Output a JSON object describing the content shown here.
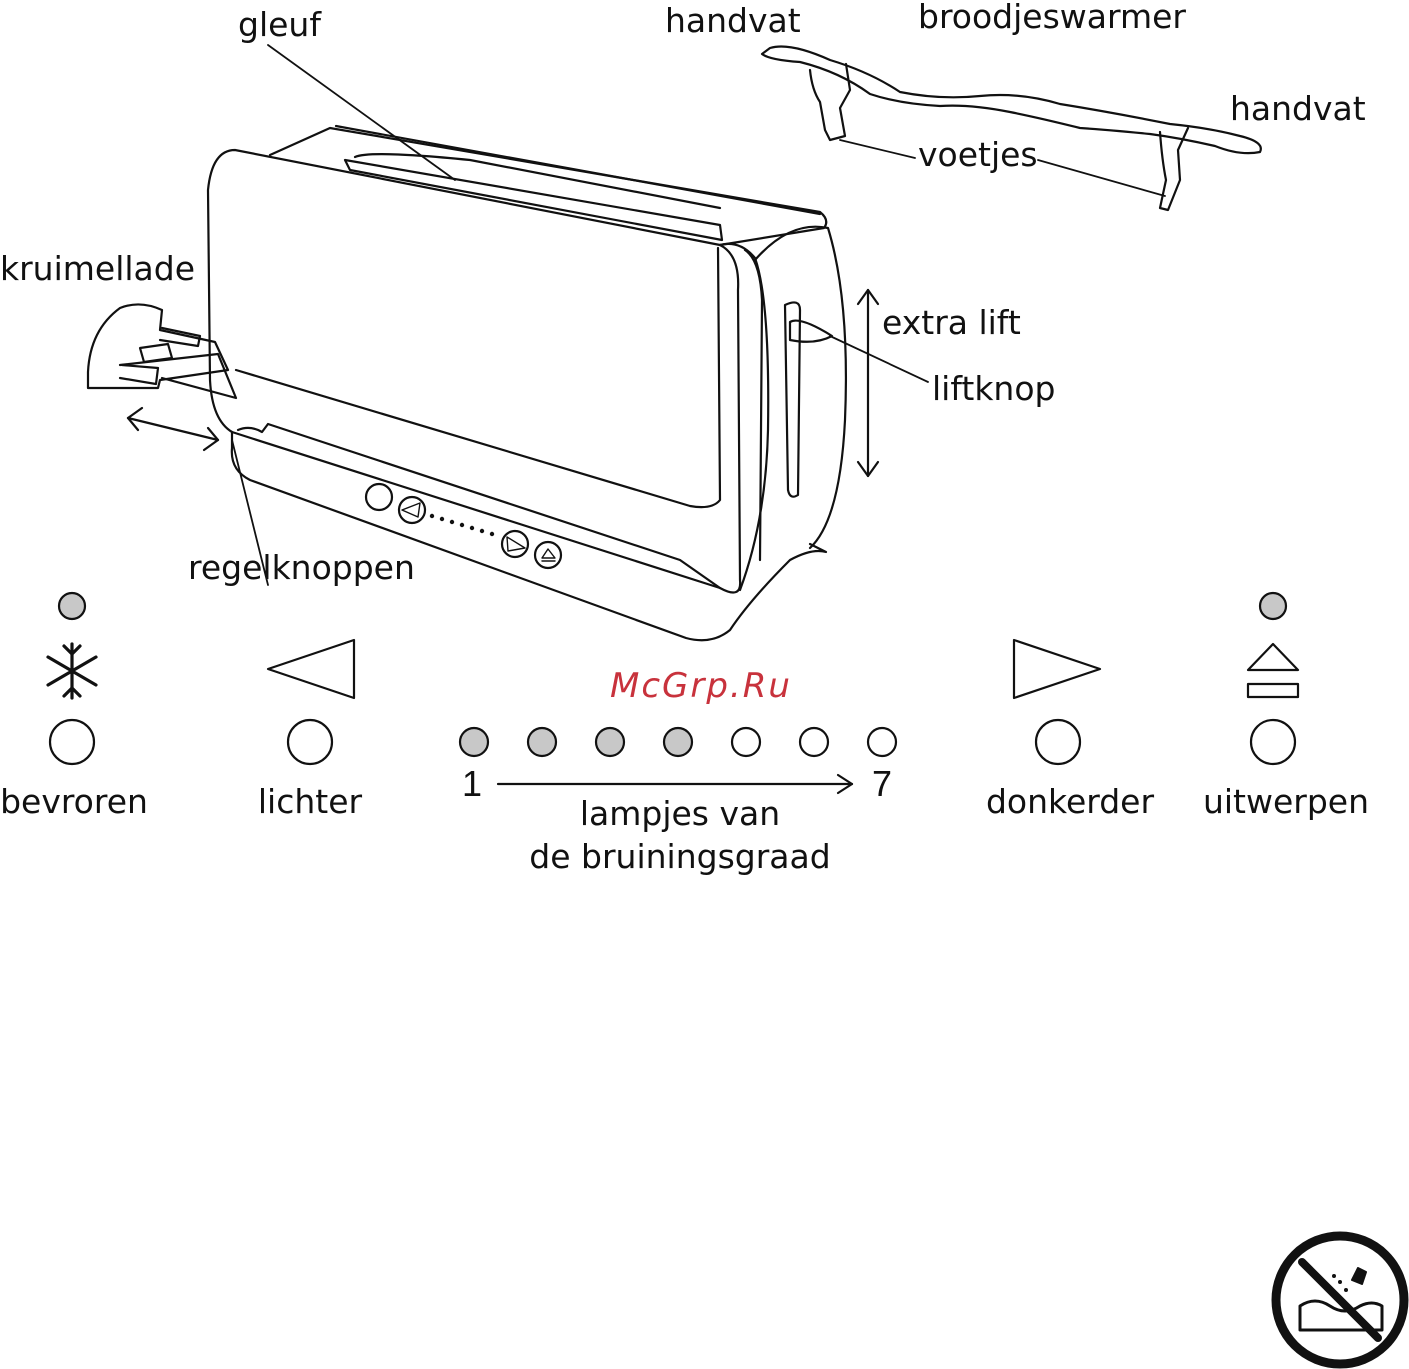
{
  "labels": {
    "slot": "gleuf",
    "handle_left": "handvat",
    "bun_warmer": "broodjeswarmer",
    "handle_right": "handvat",
    "feet": "voetjes",
    "crumb_tray": "kruimellade",
    "extra_lift": "extra lift",
    "lift_knob": "liftknop",
    "controls": "regelknoppen"
  },
  "panel": {
    "frozen": "bevroren",
    "lighter": "lichter",
    "darker": "donkerder",
    "eject": "uitwerpen",
    "scale_min": "1",
    "scale_max": "7",
    "browning_line1": "lampjes van",
    "browning_line2": "de bruiningsgraad",
    "browning_lamps": [
      true,
      true,
      true,
      true,
      false,
      false,
      false
    ]
  },
  "watermark": "McGrp.Ru",
  "colors": {
    "lamp_on": "#c8c8c8",
    "lamp_off": "#ffffff",
    "line": "#111111",
    "watermark": "#c8323c"
  }
}
